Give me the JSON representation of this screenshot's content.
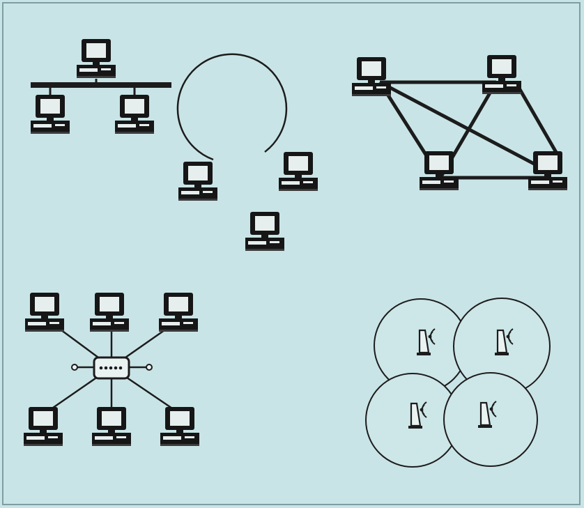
{
  "figure": {
    "background": "#c9e4e6",
    "frame_color": "#7e9da2",
    "line_color": "#1c1c1c",
    "icons": [
      "computer-icon",
      "radio-tower-icon",
      "hub-icon"
    ]
  },
  "topologies": [
    {
      "name": "bus",
      "nodes": 3
    },
    {
      "name": "mesh",
      "nodes": 4
    },
    {
      "name": "ring",
      "nodes": 3
    },
    {
      "name": "star",
      "nodes": 6
    },
    {
      "name": "cellular",
      "cells": 4
    }
  ]
}
